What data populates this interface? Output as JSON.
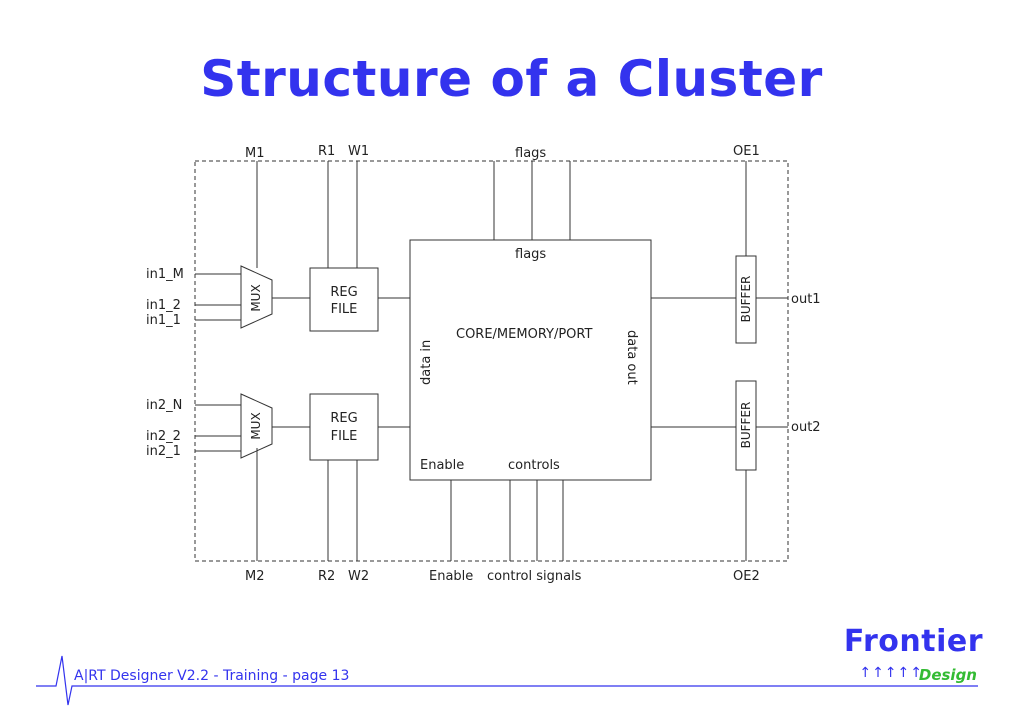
{
  "title": "Structure of a Cluster",
  "diagram": {
    "top_labels": {
      "m1": "M1",
      "r1": "R1",
      "w1": "W1",
      "flags": "flags",
      "oe1": "OE1"
    },
    "bottom_labels": {
      "m2": "M2",
      "r2": "R2",
      "w2": "W2",
      "enable": "Enable",
      "control_signals": "control signals",
      "oe2": "OE2"
    },
    "inputs": {
      "in1_m": "in1_M",
      "in1_2": "in1_2",
      "in1_1": "in1_1",
      "in2_n": "in2_N",
      "in2_2": "in2_2",
      "in2_1": "in2_1"
    },
    "mux_label": "MUX",
    "reg_file_line1": "REG",
    "reg_file_line2": "FILE",
    "core": {
      "label": "CORE/MEMORY/PORT",
      "flags": "flags",
      "data_in": "data in",
      "data_out": "data out",
      "enable": "Enable",
      "controls": "controls"
    },
    "buffer_label": "BUFFER",
    "outputs": {
      "out1": "out1",
      "out2": "out2"
    }
  },
  "footer": {
    "text": "A|RT Designer V2.2  - Training - page 13"
  },
  "logo": {
    "name": "Frontier",
    "sub": "Design",
    "arrows": "↑↑↑↑↑"
  },
  "colors": {
    "title": "#3333ee",
    "logo_sub": "#33bb33"
  }
}
